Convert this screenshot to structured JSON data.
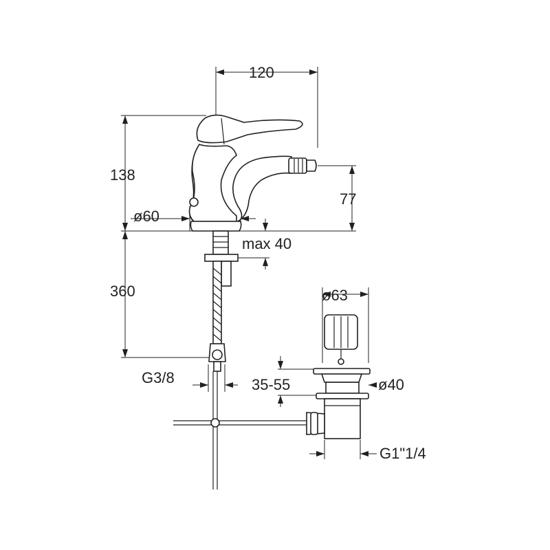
{
  "dimensions": {
    "spout_reach": "120",
    "height": "138",
    "base_diameter": "ø60",
    "outlet_height": "77",
    "max_deck_thickness": "max 40",
    "hose_length": "360",
    "inlet_thread": "G3/8",
    "waste_knob_diameter": "ø63",
    "waste_range": "35-55",
    "waste_diameter": "ø40",
    "waste_thread": "G1\"1/4"
  }
}
